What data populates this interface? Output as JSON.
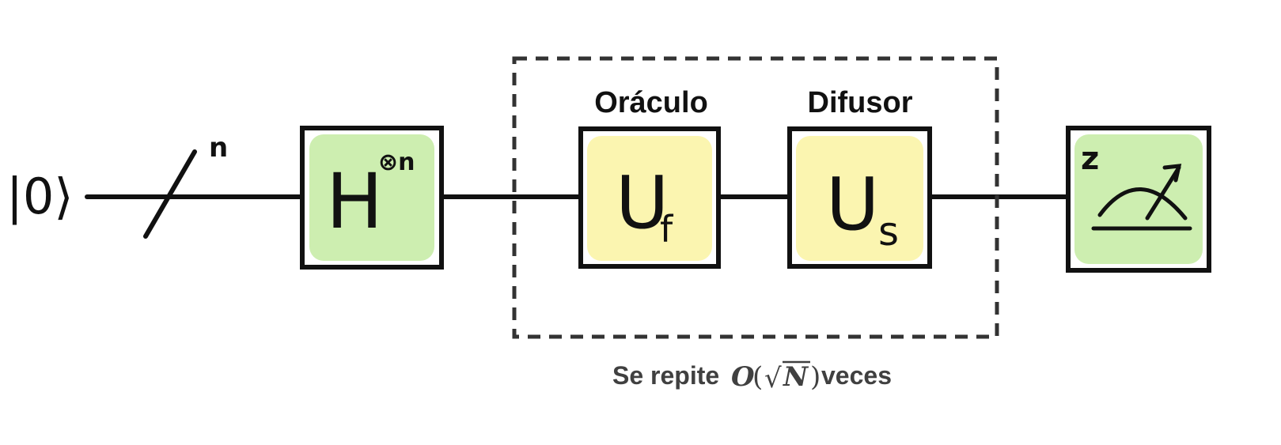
{
  "input_state": "|0⟩",
  "register_size": "n",
  "hadamard": {
    "symbol": "H",
    "tensor_power": "⊗n"
  },
  "repeat_block": {
    "oracle": {
      "title": "Oráculo",
      "symbol": "U",
      "subscript": "f"
    },
    "diffuser": {
      "title": "Difusor",
      "symbol": "U",
      "subscript": "s"
    },
    "caption": {
      "prefix": "Se repite",
      "big_o": "O",
      "open_paren": "(",
      "sqrt": "√",
      "n_symbol": "N",
      "close_paren": ")",
      "suffix": "veces"
    }
  },
  "measurement": {
    "basis": "z"
  },
  "colors": {
    "wire": "#111111",
    "green_fill": "#cdeeb0",
    "yellow_fill": "#fbf5b0",
    "dashed_border": "#333333",
    "caption_text": "#404040"
  }
}
